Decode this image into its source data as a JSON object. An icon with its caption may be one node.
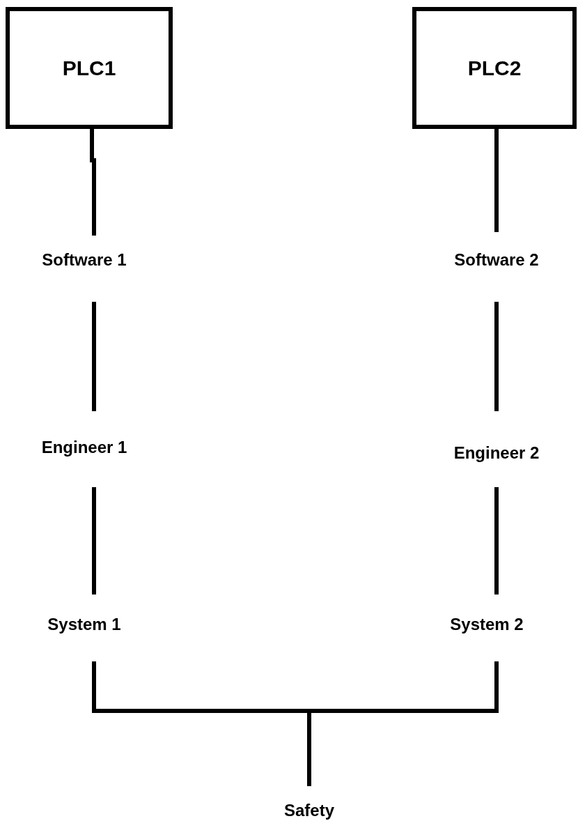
{
  "diagram": {
    "nodes": [
      {
        "text": [
          "PLC1"
        ]
      },
      {
        "text": [
          "PLC2"
        ]
      },
      {
        "text": [
          "Software 1"
        ]
      },
      {
        "text": [
          "Software 2"
        ]
      },
      {
        "text": [
          "Engineer 1"
        ]
      },
      {
        "text": [
          "Engineer 2"
        ]
      },
      {
        "text": [
          "System 1"
        ]
      },
      {
        "text": [
          "System 2"
        ]
      },
      {
        "text": [
          "Safety"
        ]
      }
    ],
    "edges": [
      {
        "from": 0,
        "to": 2,
        "arrow": "none"
      },
      {
        "from": 1,
        "to": 3,
        "arrow": "none"
      },
      {
        "from": 2,
        "to": 4,
        "arrow": "none"
      },
      {
        "from": 3,
        "to": 5,
        "arrow": "none"
      },
      {
        "from": 4,
        "to": 6,
        "arrow": "none"
      },
      {
        "from": 5,
        "to": 7,
        "arrow": "none"
      },
      {
        "from": 6,
        "to": 8,
        "arrow": "none"
      },
      {
        "from": 7,
        "to": 8,
        "arrow": "none"
      }
    ]
  }
}
